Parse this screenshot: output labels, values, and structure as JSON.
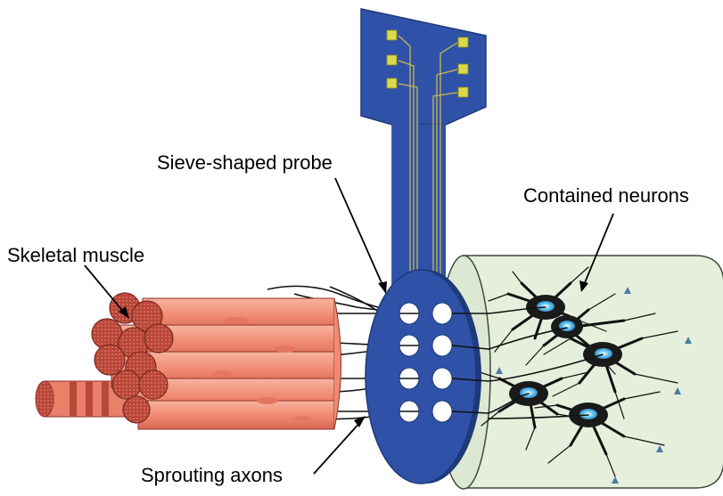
{
  "labels": {
    "probe": "Sieve-shaped probe",
    "neurons": "Contained neurons",
    "muscle": "Skeletal muscle",
    "axons": "Sprouting axons"
  },
  "colors": {
    "probe_blue": "#2f52a8",
    "probe_dark": "#1f3a7a",
    "trace_gold": "#c8b84a",
    "pad_yellow": "#d9d94a",
    "tube_fill": "#e6efdc",
    "muscle_light": "#f29a82",
    "muscle_dark": "#b8473a",
    "neuron_body": "#1a1a1a",
    "nucleus": "#4fb6e8"
  },
  "icons": [
    "neuron-icon",
    "muscle-fiber-icon",
    "probe-pad-icon"
  ]
}
